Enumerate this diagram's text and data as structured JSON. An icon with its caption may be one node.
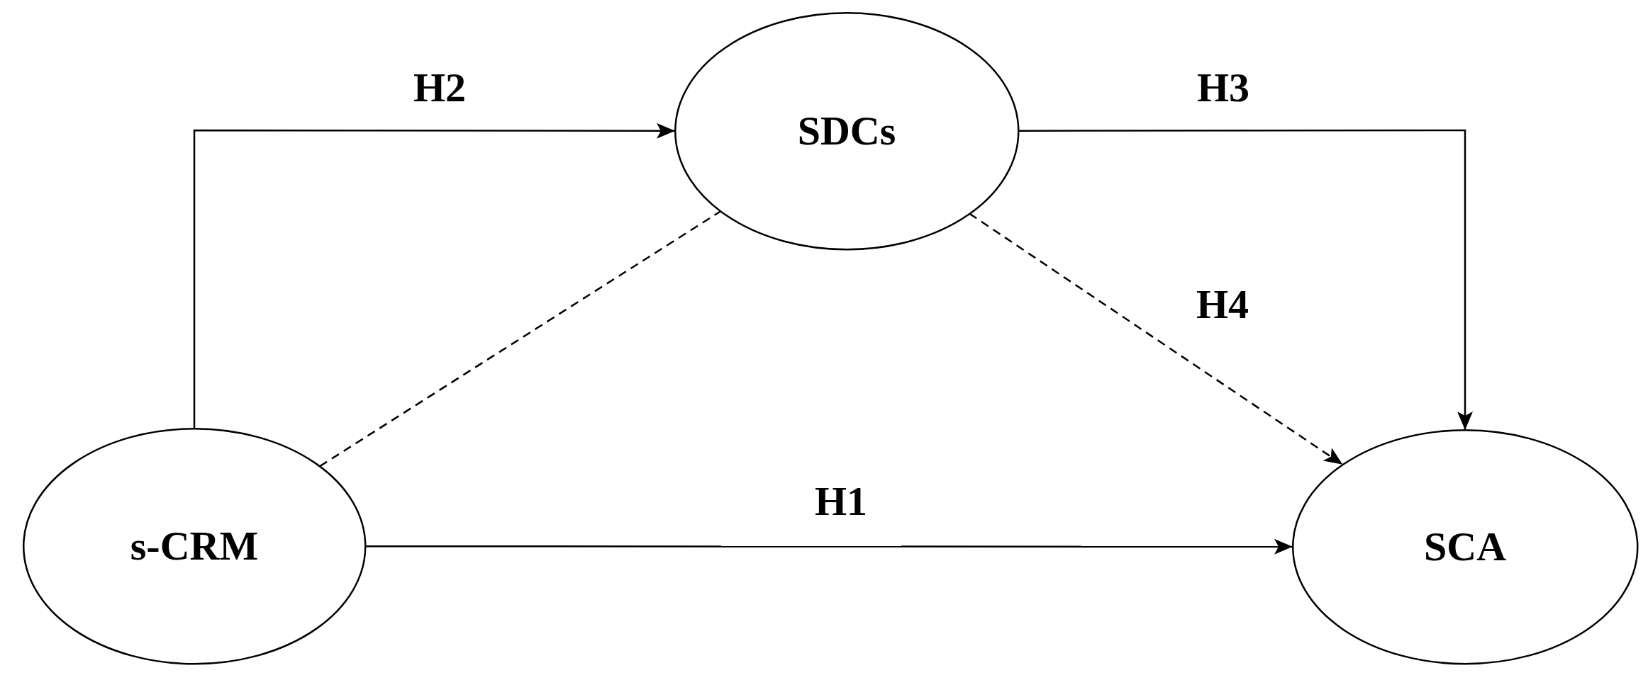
{
  "diagram": {
    "nodes": [
      {
        "text": [
          "SDCs"
        ]
      },
      {
        "text": [
          "s-CRM"
        ]
      },
      {
        "text": [
          "SCA"
        ]
      }
    ],
    "edges": [
      {
        "from": 1,
        "to": 2,
        "arrow": "to",
        "label": "H1"
      },
      {
        "from": 1,
        "to": 0,
        "arrow": "to",
        "label": "H2"
      },
      {
        "from": 0,
        "to": 2,
        "arrow": "to",
        "label": "H3"
      },
      {
        "from": 0,
        "to": 2,
        "arrow": "to",
        "label": "H4",
        "style": "dashed"
      },
      {
        "from": 1,
        "to": 0,
        "arrow": "none",
        "style": "dashed"
      }
    ]
  }
}
